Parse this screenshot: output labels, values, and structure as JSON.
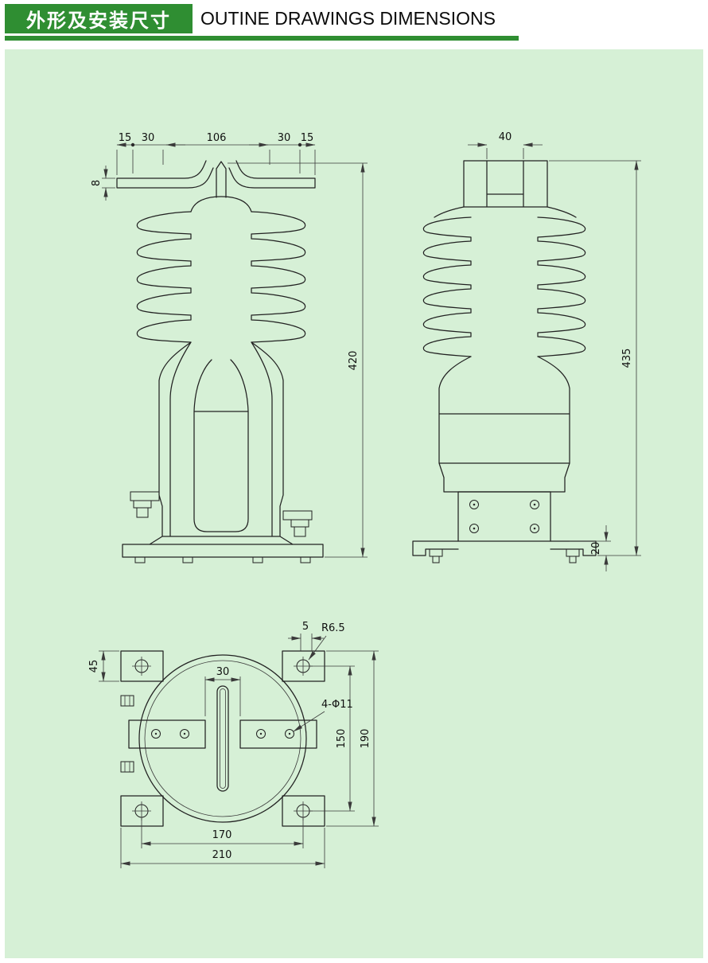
{
  "header": {
    "title_zh": "外形及安装尺寸",
    "title_en": "OUTINE DRAWINGS DIMENSIONS"
  },
  "views": {
    "front": {
      "top_dims": [
        "15",
        "30",
        "106",
        "30",
        "15"
      ],
      "blade_thickness": "8",
      "total_height": "420"
    },
    "side": {
      "terminal_width": "40",
      "total_height": "435",
      "base_height": "20"
    },
    "plan": {
      "edge_offset": "5",
      "corner_radius": "R6.5",
      "pad_height": "45",
      "bar_gap": "30",
      "mounting_holes": "4-Φ11",
      "hole_span_v": "150",
      "overall_v": "190",
      "hole_span_h": "170",
      "overall_h": "210"
    }
  },
  "colors": {
    "header_green": "#2f8e32",
    "panel_green": "#d6f0d6",
    "line": "#222222"
  }
}
